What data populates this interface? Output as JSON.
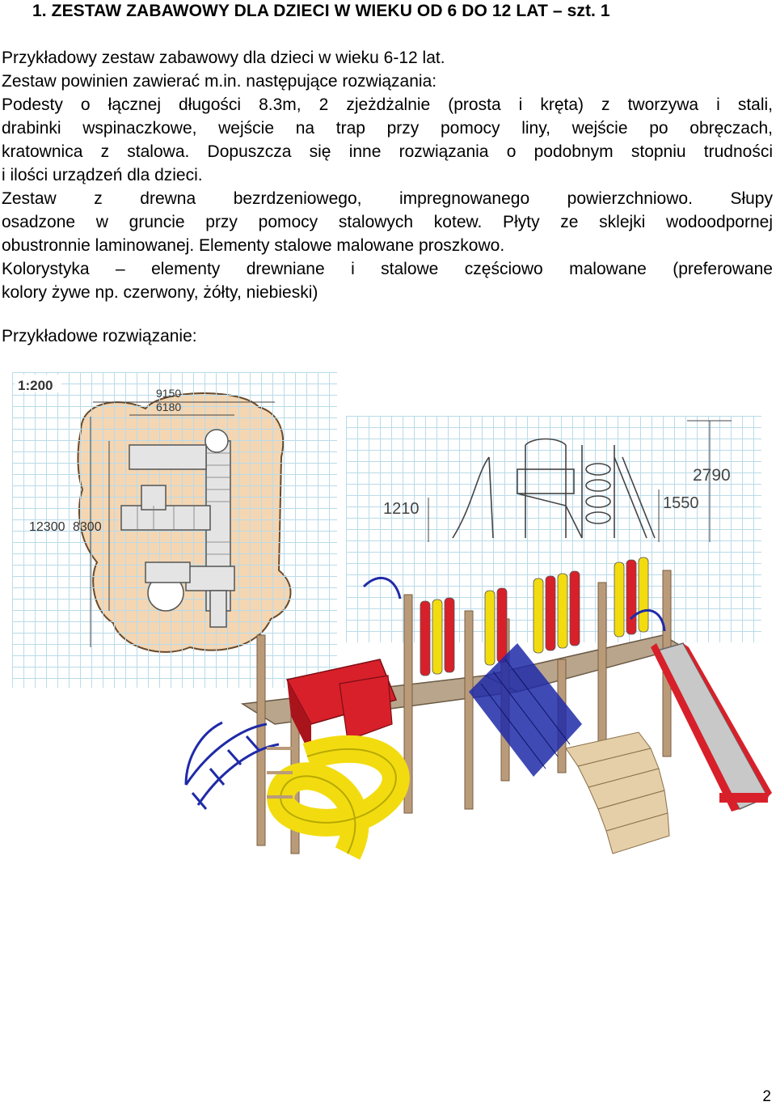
{
  "heading": "1.  ZESTAW ZABAWOWY DLA DZIECI W WIEKU OD 6 DO 12 LAT – szt. 1",
  "description_lines": [
    "Przykładowy zestaw zabawowy dla dzieci w wieku 6-12 lat.",
    "Zestaw powinien zawierać m.in. następujące rozwiązania:",
    "Podesty o łącznej długości 8.3m, 2 zjeżdżalnie (prosta i kręta) z tworzywa i stali,",
    "drabinki wspinaczkowe, wejście na trap przy pomocy liny, wejście po obręczach,",
    "kratownica z stalowa. Dopuszcza się inne rozwiązania o podobnym stopniu trudności",
    "i ilości urządzeń dla dzieci.",
    "Zestaw z drewna bezrdzeniowego, impregnowanego powierzchniowo. Słupy",
    "osadzone w gruncie przy pomocy stalowych kotew. Płyty ze sklejki wodoodpornej",
    "obustronnie laminowanej. Elementy stalowe malowane proszkowo.",
    "Kolorystyka – elementy drewniane i stalowe częściowo malowane (preferowane",
    "kolory żywe np. czerwony, żółty, niebieski)"
  ],
  "example_label": "Przykładowe rozwiązanie:",
  "plan": {
    "scale": "1:200",
    "dim_width_outer": "9150",
    "dim_width_inner": "6180",
    "dim_length_outer": "12300",
    "dim_length_inner": "8300"
  },
  "elevation": {
    "dim_platform_low": "1210",
    "dim_platform_high": "1550",
    "dim_total_height": "2790"
  },
  "colors": {
    "grid_line": "#b9dbe9",
    "safety_zone": "#f4d6b3",
    "post_wood": "#b99b7a",
    "red": "#d8202a",
    "yellow": "#f2dc10",
    "blue": "#1f2aa8",
    "slide_metal": "#c8c8c8"
  },
  "page_number": "2"
}
